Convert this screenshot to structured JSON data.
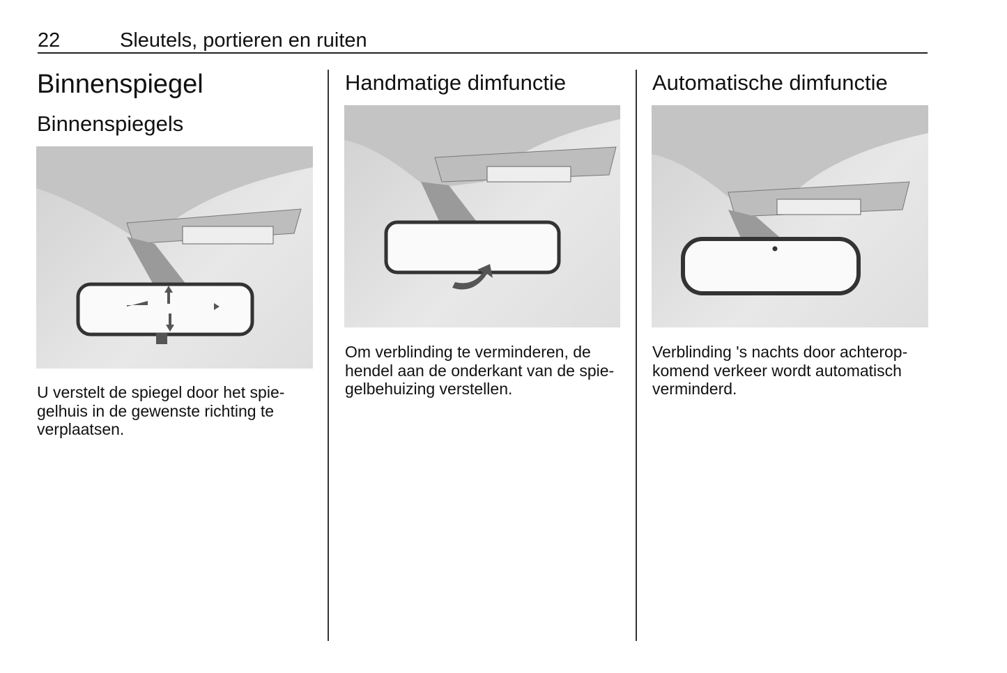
{
  "header": {
    "page_number": "22",
    "section_title": "Sleutels, portieren en ruiten"
  },
  "col1": {
    "title": "Binnenspiegel",
    "subtitle": "Binnenspiegels",
    "text": "U verstelt de spiegel door het spie-gelhuis in de gewenste richting te verplaatsen."
  },
  "col2": {
    "title": "Handmatige dimfunctie",
    "text": "Om verblinding te verminderen, de hendel aan de onderkant van de spie-gelbehuizing verstellen."
  },
  "col3": {
    "title": "Automatische dimfunctie",
    "text": "Verblinding 's nachts door achterop-komend verkeer wordt automatisch verminderd."
  }
}
